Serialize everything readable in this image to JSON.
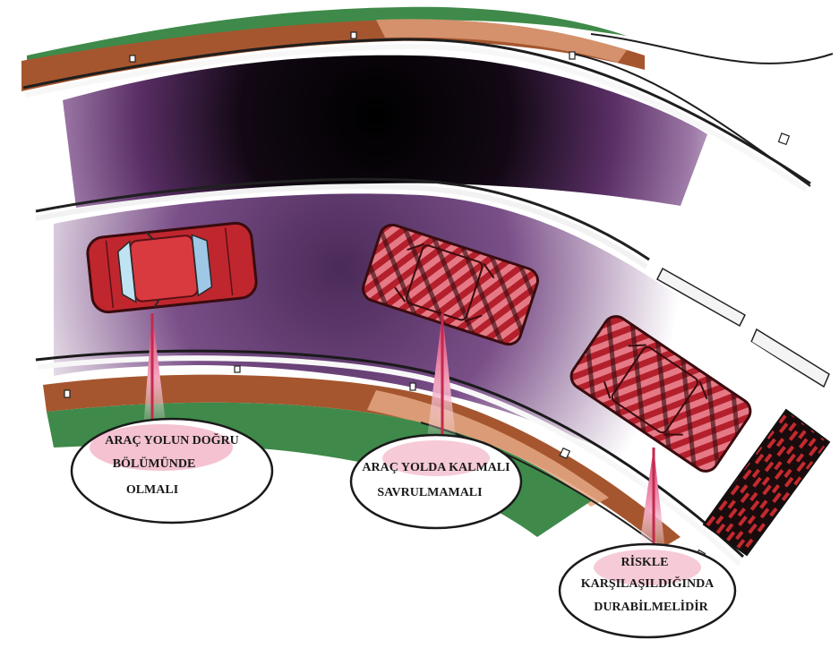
{
  "colors": {
    "grass": "#3f8a4a",
    "shoulder": "#a5562f",
    "road_dark": "#0d0710",
    "road_purple": "#6a3a78",
    "car_red": "#c0262e",
    "callout_pink": "#e0507a"
  },
  "callouts": [
    {
      "lines": [
        "ARAÇ  YOLUN DOĞRU",
        "BÖLÜMÜNDE",
        "OLMALI"
      ]
    },
    {
      "lines": [
        "ARAÇ YOLDA KALMALI",
        "SAVRULMAMALI"
      ]
    },
    {
      "lines": [
        "RİSKLE",
        "KARŞILAŞILDIĞINDA",
        "DURABİLMELİDİR"
      ]
    }
  ],
  "cars": [
    {
      "name": "correct-position-car",
      "style": "solid"
    },
    {
      "name": "skidding-car",
      "style": "hatched"
    },
    {
      "name": "off-road-car",
      "style": "hatched"
    }
  ]
}
